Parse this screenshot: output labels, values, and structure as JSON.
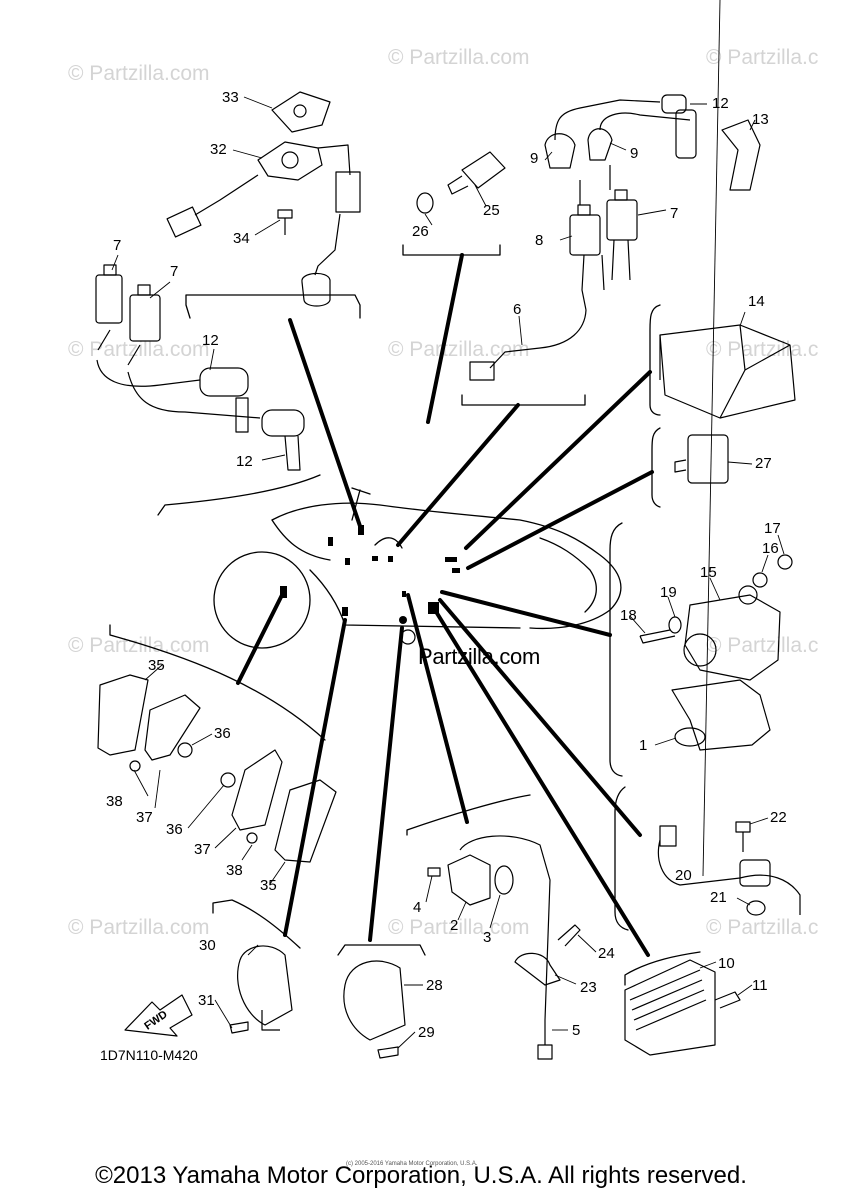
{
  "watermarks": [
    "© Partzilla.com",
    "© Partzilla.com",
    "© Partzilla.c",
    "© Partzilla.com",
    "© Partzilla.com",
    "© Partzilla.c",
    "© Partzilla.com",
    "© Partzilla.c",
    "© Partzilla.com",
    "© Partzilla.c",
    "© Partzilla.com"
  ],
  "center_brand": "Partzilla.com",
  "diagram_code": "1D7N110-M420",
  "fwd_label": "FWD",
  "copyright": "©2013 Yamaha Motor Corporation, U.S.A. All rights reserved.",
  "small_copyright": "(c) 2005-2016 Yamaha Motor Corporation, U.S.A.",
  "callouts": [
    "1",
    "2",
    "3",
    "4",
    "5",
    "6",
    "7",
    "7",
    "7",
    "8",
    "9",
    "9",
    "10",
    "11",
    "12",
    "12",
    "12",
    "13",
    "14",
    "15",
    "16",
    "17",
    "18",
    "19",
    "20",
    "21",
    "22",
    "23",
    "24",
    "25",
    "26",
    "27",
    "28",
    "29",
    "30",
    "31",
    "32",
    "33",
    "34",
    "35",
    "35",
    "36",
    "36",
    "37",
    "37",
    "38",
    "38"
  ],
  "colors": {
    "line": "#000000",
    "watermark": "#d4d4d4"
  }
}
